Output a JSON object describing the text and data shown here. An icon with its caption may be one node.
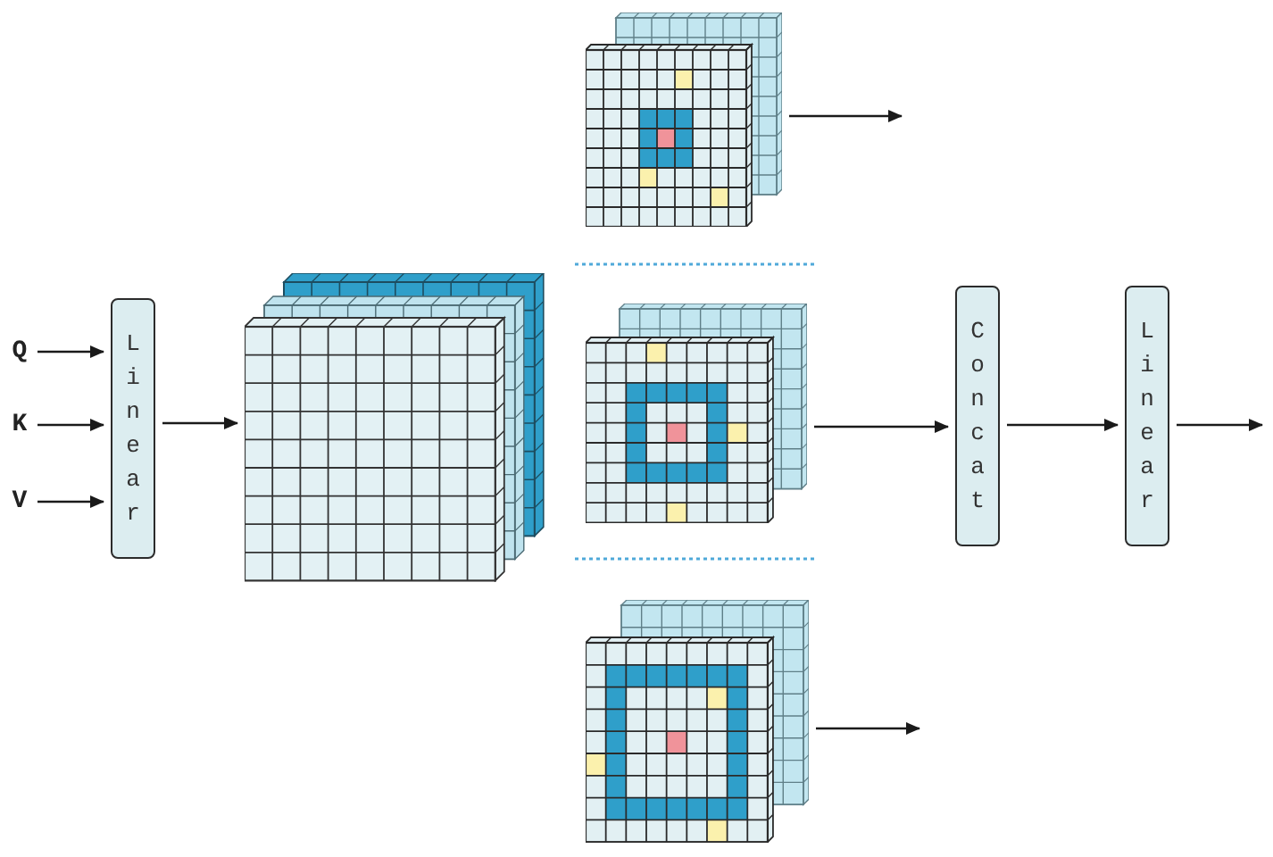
{
  "diagram": {
    "nodes": [
      {
        "text": [
          "Q"
        ]
      },
      {
        "text": [
          "K"
        ]
      },
      {
        "text": [
          "V"
        ]
      },
      {
        "text": [
          "Linear"
        ]
      },
      {
        "text": [],
        "shape": "picture"
      },
      {
        "text": [],
        "shape": "picture"
      },
      {
        "text": [],
        "shape": "picture"
      },
      {
        "text": [],
        "shape": "picture"
      },
      {
        "text": [
          "Concat"
        ]
      },
      {
        "text": [
          "Linear"
        ]
      }
    ],
    "edges": [
      {
        "from": 0,
        "to": 3,
        "arrow": "to"
      },
      {
        "from": 1,
        "to": 3,
        "arrow": "to"
      },
      {
        "from": 2,
        "to": 3,
        "arrow": "to"
      },
      {
        "from": 3,
        "to": 4,
        "arrow": "to"
      },
      {
        "from": 5,
        "to": null,
        "arrow": "to"
      },
      {
        "from": 6,
        "to": 8,
        "arrow": "to"
      },
      {
        "from": 7,
        "to": null,
        "arrow": "to"
      },
      {
        "from": 8,
        "to": 9,
        "arrow": "to"
      },
      {
        "from": 9,
        "to": null,
        "arrow": "to"
      }
    ]
  }
}
